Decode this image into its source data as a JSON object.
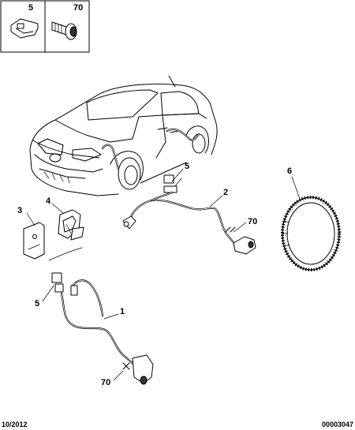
{
  "header_boxes": [
    {
      "label": "5",
      "part": "clip-fastener"
    },
    {
      "label": "70",
      "part": "screw"
    }
  ],
  "callouts": {
    "c1": "1",
    "c2": "2",
    "c3": "3",
    "c4": "4",
    "c5a": "5",
    "c5b": "5",
    "c6": "6",
    "c70a": "70",
    "c70b": "70"
  },
  "footer": {
    "date": "10/2012",
    "ref": "00003047"
  }
}
